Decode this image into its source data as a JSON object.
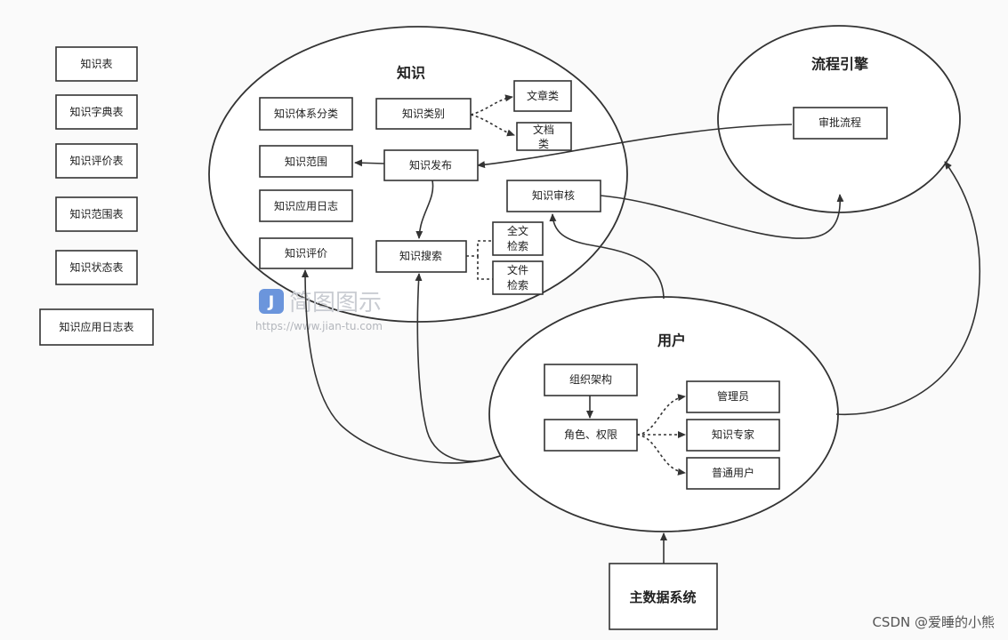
{
  "colors": {
    "stroke": "#333333",
    "node_fill": "#ffffff",
    "background": "#fafafa"
  },
  "legend_tables": [
    "知识表",
    "知识字典表",
    "知识评价表",
    "知识范围表",
    "知识状态表",
    "知识应用日志表"
  ],
  "groups": {
    "knowledge": "知识",
    "process_engine": "流程引擎",
    "user": "用户"
  },
  "nodes": {
    "knowledge_taxonomy": "知识体系分类",
    "knowledge_category": "知识类别",
    "article_type": "文章类",
    "document_type_l1": "文档",
    "document_type_l2": "类",
    "knowledge_scope": "知识范围",
    "knowledge_publish": "知识发布",
    "knowledge_review": "知识审核",
    "knowledge_app_log": "知识应用日志",
    "knowledge_evaluation": "知识评价",
    "knowledge_search": "知识搜索",
    "fulltext_search_l1": "全文",
    "fulltext_search_l2": "检索",
    "file_search_l1": "文件",
    "file_search_l2": "检索",
    "approval_flow": "审批流程",
    "org_structure": "组织架构",
    "role_permission": "角色、权限",
    "administrator": "管理员",
    "knowledge_expert": "知识专家",
    "regular_user": "普通用户",
    "master_data": "主数据系统"
  },
  "watermark": {
    "brand": "简图图示",
    "url": "https://www.jian-tu.com",
    "icon": "J"
  },
  "credit": "CSDN @爱睡的小熊"
}
